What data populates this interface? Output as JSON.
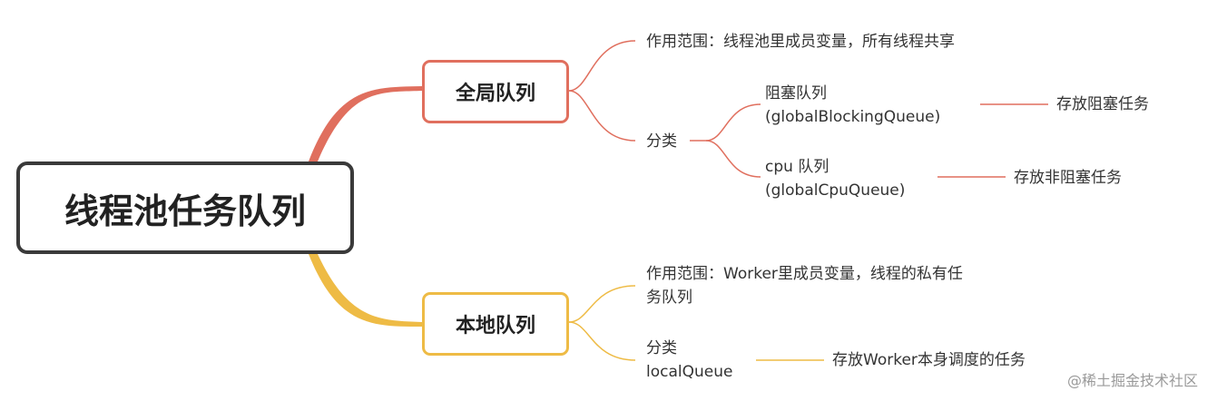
{
  "root": {
    "title": "线程池任务队列"
  },
  "global": {
    "title": "全局队列",
    "scope": "作用范围：线程池里成员变量，所有线程共享",
    "category": "分类",
    "blocking": {
      "name": "阻塞队列",
      "id": "(globalBlockingQueue)",
      "desc": "存放阻塞任务"
    },
    "cpu": {
      "name": "cpu 队列",
      "id": "(globalCpuQueue)",
      "desc": "存放非阻塞任务"
    }
  },
  "local": {
    "title": "本地队列",
    "scope_line1": "作用范围：Worker里成员变量，线程的私有任",
    "scope_line2": "务队列",
    "category": "分类",
    "queue": "localQueue",
    "desc": "存放Worker本身调度的任务"
  },
  "watermark": "@稀土掘金技术社区",
  "colors": {
    "global": "#e06f5e",
    "local": "#eebb45",
    "root": "#3a3a3a"
  }
}
